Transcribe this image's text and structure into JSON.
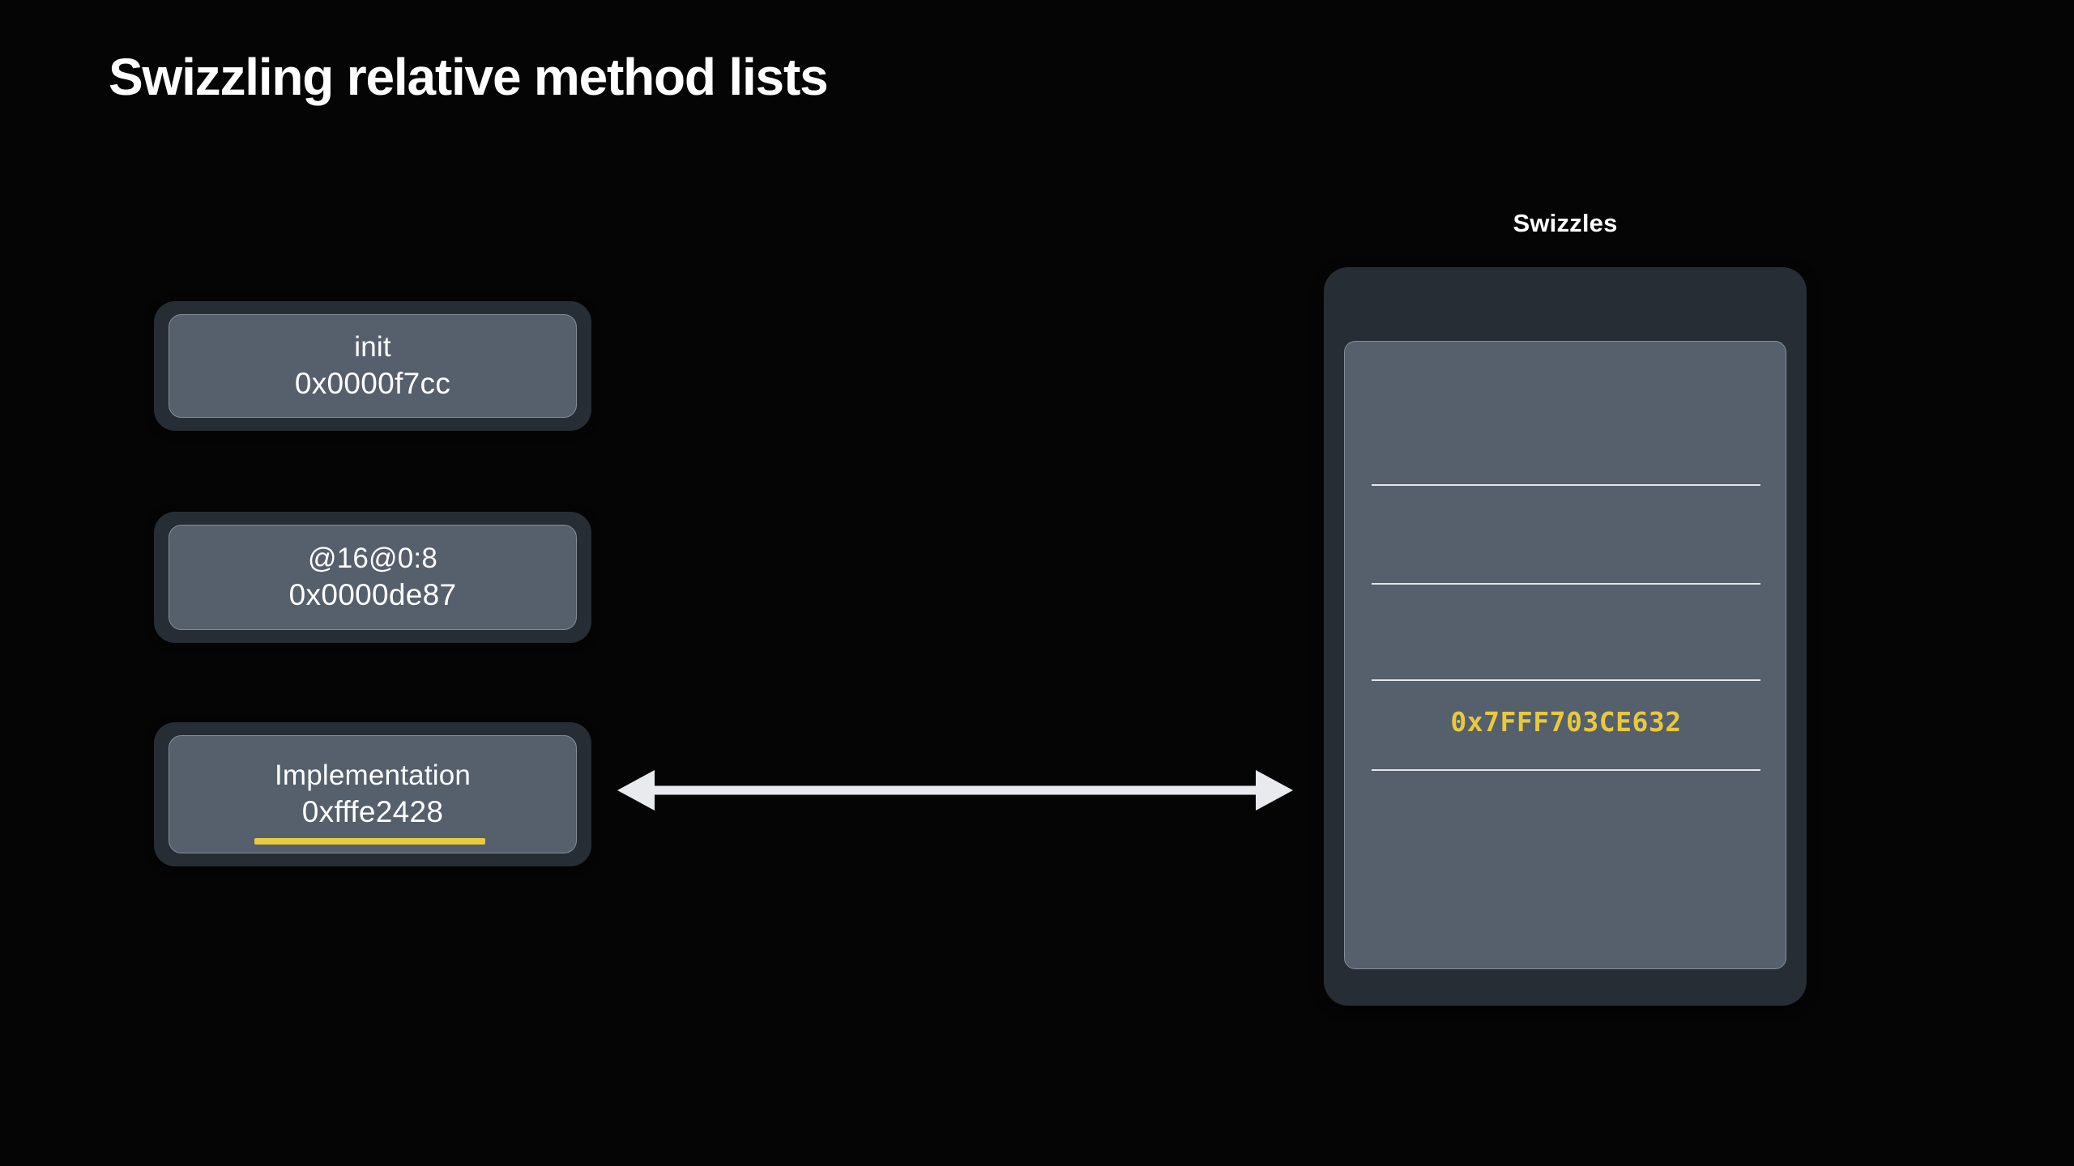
{
  "slide": {
    "title": "Swizzling relative method lists",
    "background_color": "#050505"
  },
  "method_list": {
    "entries": [
      {
        "name": "init",
        "address": "0x0000f7cc",
        "struck_out": false
      },
      {
        "name": "@16@0:8",
        "address": "0x0000de87",
        "struck_out": false
      },
      {
        "name": "Implementation",
        "address": "0xfffe2428",
        "struck_out": true
      }
    ]
  },
  "arrow": {
    "icon": "double-headed-arrow-icon",
    "color": "#e8eaee",
    "direction": "bidirectional"
  },
  "swizzles": {
    "label": "Swizzles",
    "value": "0x7FFF703CE632",
    "value_color": "#e9c93c",
    "divider_count": 4
  },
  "colors": {
    "panel_outer": "#272d35",
    "panel_inner": "#565f6c",
    "panel_border": "#868d98",
    "accent_yellow": "#e9cb3f",
    "text_primary": "#ffffff"
  }
}
